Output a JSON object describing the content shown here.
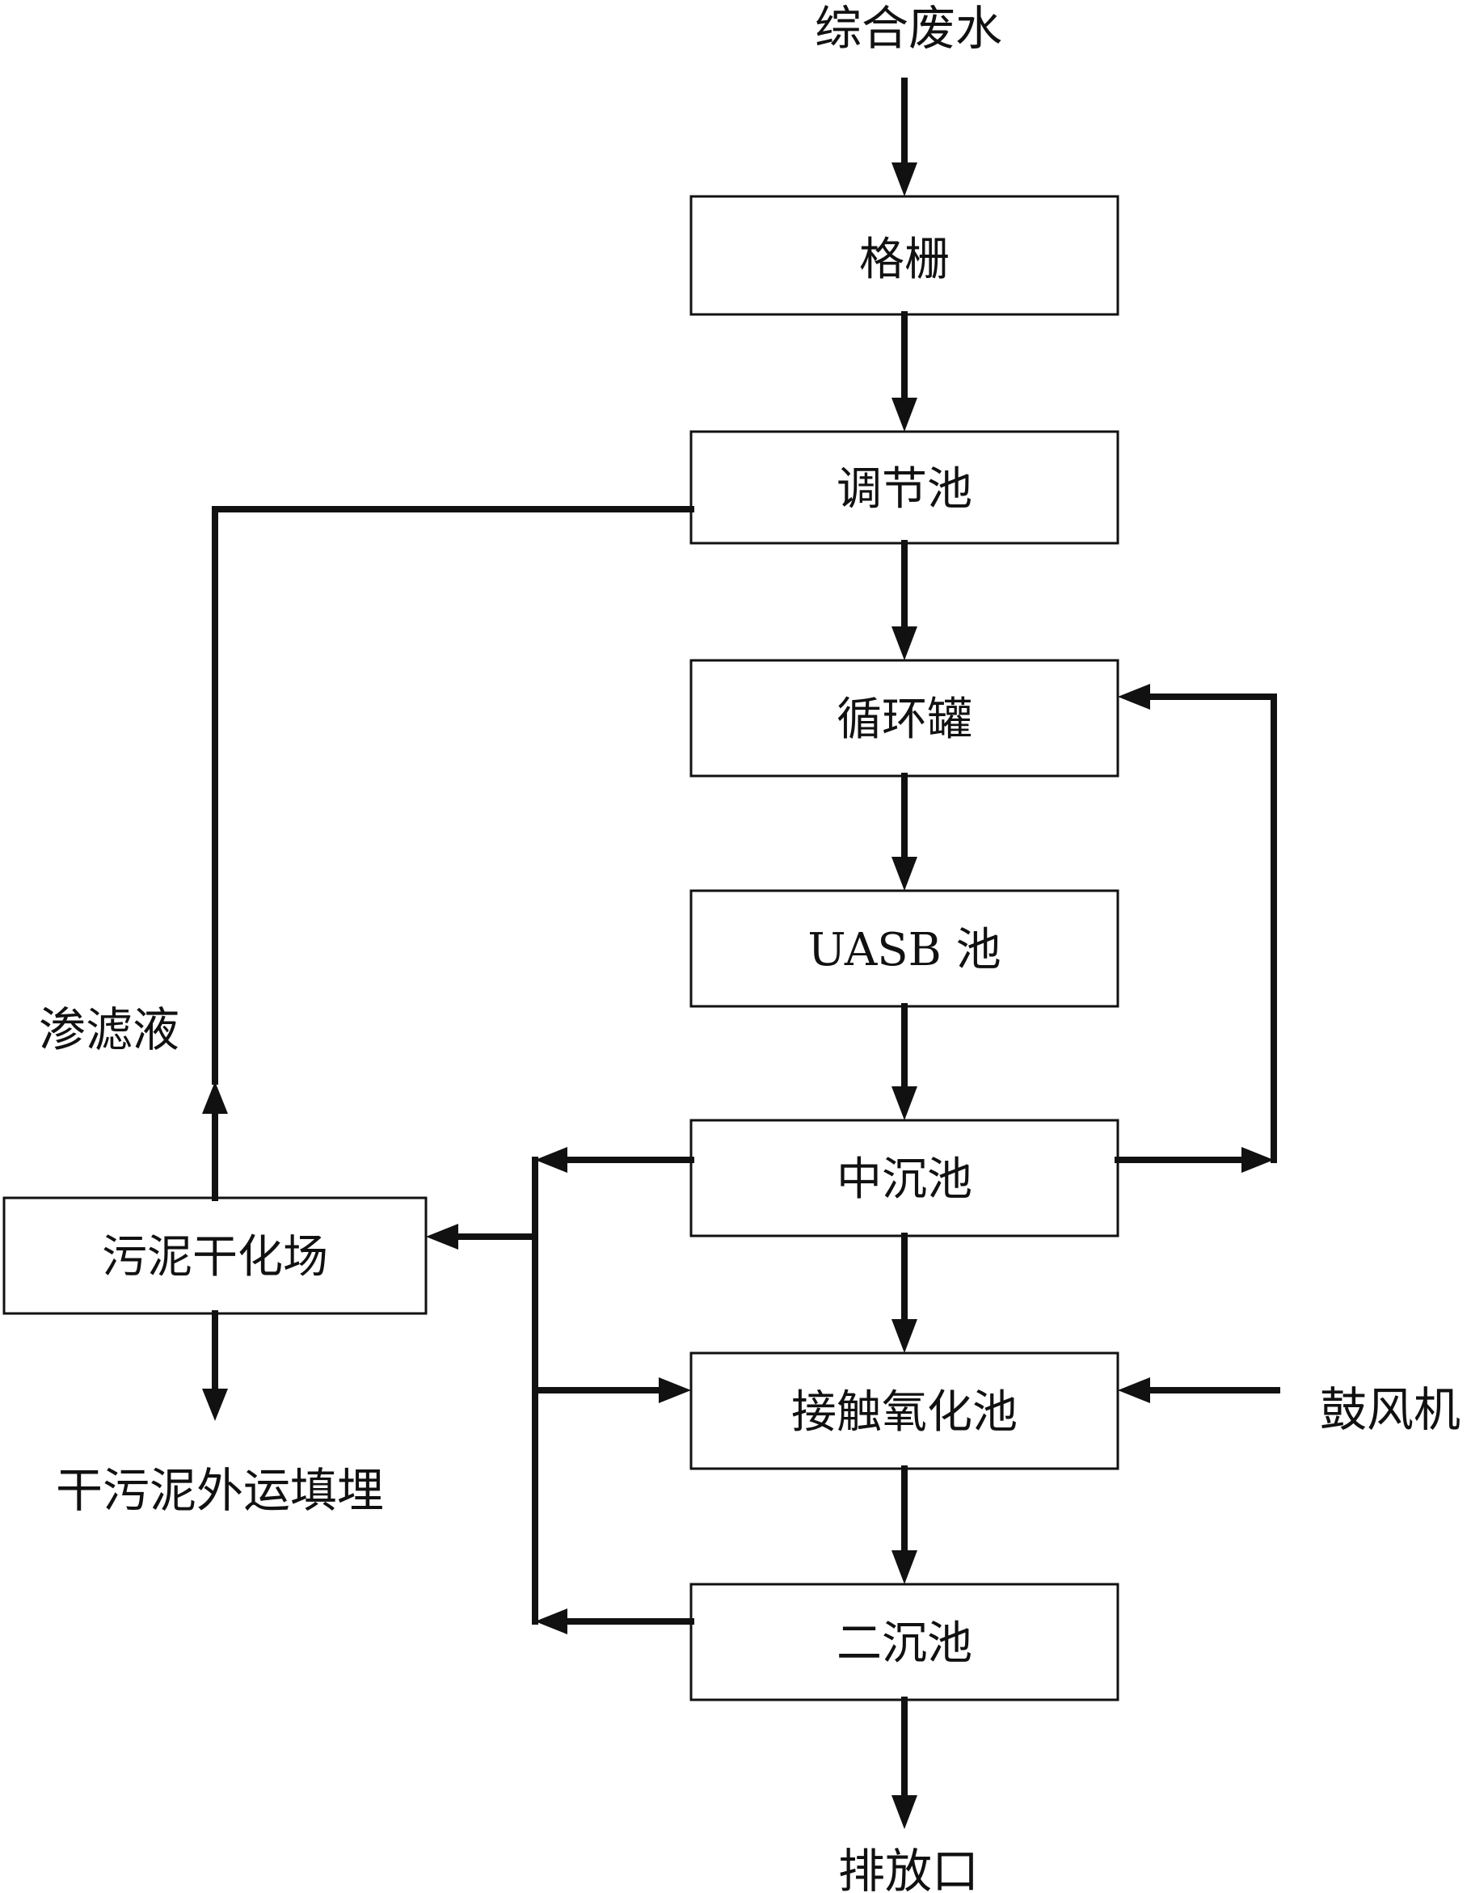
{
  "diagram": {
    "nodes": {
      "grille": "格栅",
      "equalization_tank": "调节池",
      "circulation_tank": "循环罐",
      "uasb_tank": "UASB 池",
      "intermediate_settling_tank": "中沉池",
      "contact_oxidation_tank": "接触氧化池",
      "secondary_settling_tank": "二沉池",
      "sludge_drying_bed": "污泥干化场"
    },
    "labels": {
      "inflow": "综合废水",
      "outlet": "排放口",
      "filtrate": "渗滤液",
      "dry_sludge_disposal": "干污泥外运填埋",
      "blower": "鼓风机"
    },
    "edges": [
      {
        "from": "inflow",
        "to": "grille"
      },
      {
        "from": "grille",
        "to": "equalization_tank"
      },
      {
        "from": "equalization_tank",
        "to": "circulation_tank"
      },
      {
        "from": "circulation_tank",
        "to": "uasb_tank"
      },
      {
        "from": "uasb_tank",
        "to": "intermediate_settling_tank"
      },
      {
        "from": "intermediate_settling_tank",
        "to": "contact_oxidation_tank"
      },
      {
        "from": "contact_oxidation_tank",
        "to": "secondary_settling_tank"
      },
      {
        "from": "secondary_settling_tank",
        "to": "outlet"
      },
      {
        "from": "intermediate_settling_tank",
        "to": "circulation_tank",
        "note": "recirculation"
      },
      {
        "from": "intermediate_settling_tank",
        "to": "sludge_drying_bed"
      },
      {
        "from": "secondary_settling_tank",
        "to": "sludge_drying_bed"
      },
      {
        "from": "sludge_collection_line",
        "to": "contact_oxidation_tank"
      },
      {
        "from": "blower",
        "to": "contact_oxidation_tank"
      },
      {
        "from": "sludge_drying_bed",
        "to": "equalization_tank",
        "label": "filtrate"
      },
      {
        "from": "sludge_drying_bed",
        "to": "dry_sludge_disposal"
      }
    ]
  }
}
